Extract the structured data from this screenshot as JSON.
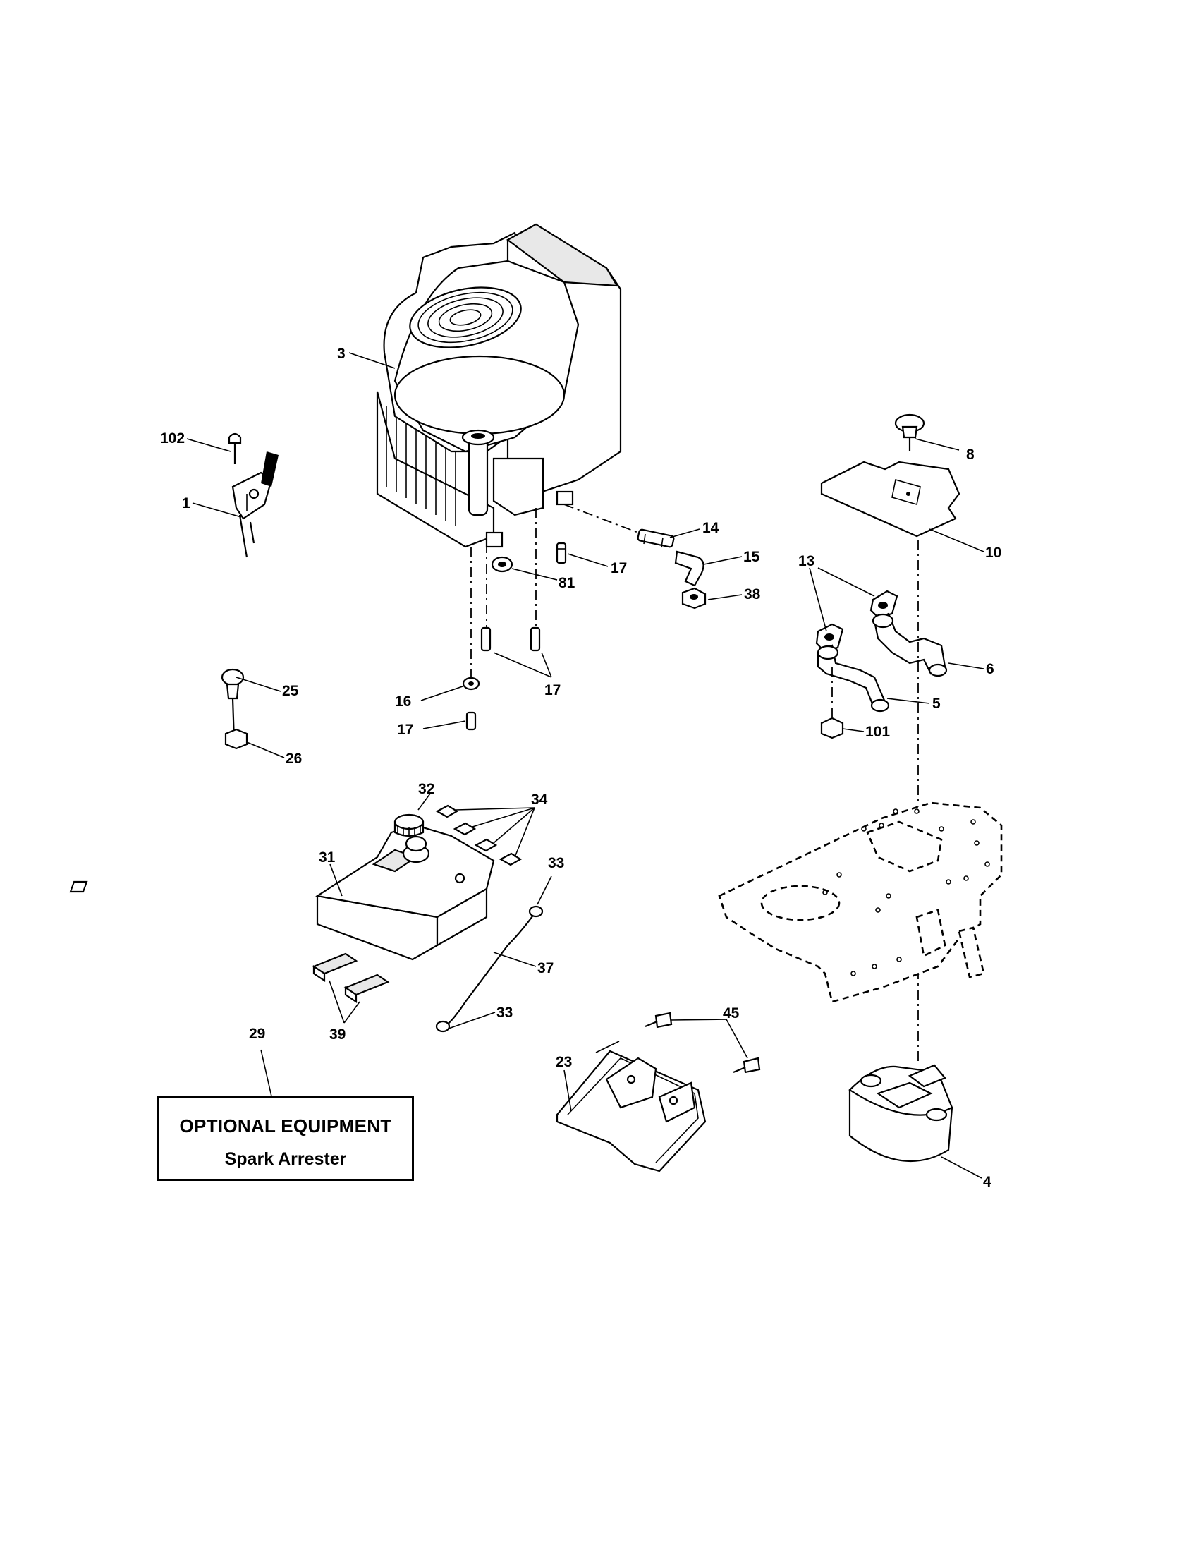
{
  "diagram": {
    "part_labels": {
      "p1": "1",
      "p3": "3",
      "p4": "4",
      "p5": "5",
      "p6": "6",
      "p8": "8",
      "p10": "10",
      "p13": "13",
      "p14": "14",
      "p15": "15",
      "p16": "16",
      "p17a": "17",
      "p17b": "17",
      "p17c": "17",
      "p23": "23",
      "p25": "25",
      "p26": "26",
      "p29": "29",
      "p31": "31",
      "p32": "32",
      "p33a": "33",
      "p33b": "33",
      "p34": "34",
      "p37": "37",
      "p38": "38",
      "p39": "39",
      "p45": "45",
      "p81": "81",
      "p101": "101",
      "p102": "102"
    },
    "optional_box": {
      "title": "OPTIONAL EQUIPMENT",
      "subtitle": "Spark Arrester"
    }
  }
}
